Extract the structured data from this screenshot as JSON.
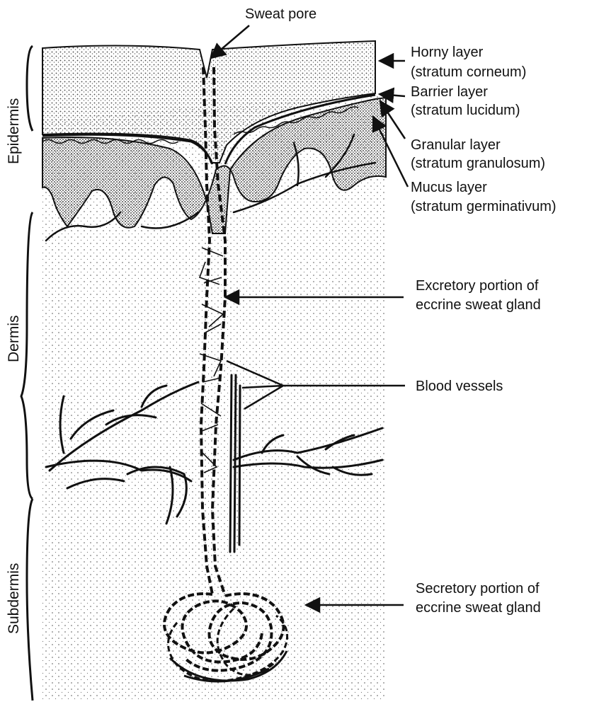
{
  "diagram": {
    "top_label": {
      "text": "Sweat pore"
    },
    "sections": {
      "epidermis": "Epidermis",
      "dermis": "Dermis",
      "subdermis": "Subdermis"
    },
    "labels": {
      "horny": {
        "line1": "Horny layer",
        "line2": "(stratum corneum)"
      },
      "barrier": {
        "line1": "Barrier layer",
        "line2": "(stratum lucidum)"
      },
      "granular": {
        "line1": "Granular layer",
        "line2": "(stratum granulosum)"
      },
      "mucus": {
        "line1": "Mucus layer",
        "line2": "(stratum germinativum)"
      },
      "excretory": {
        "line1": "Excretory portion of",
        "line2": "eccrine sweat gland"
      },
      "blood": {
        "line1": "Blood vessels"
      },
      "secretory": {
        "line1": "Secretory portion of",
        "line2": "eccrine sweat gland"
      }
    }
  }
}
